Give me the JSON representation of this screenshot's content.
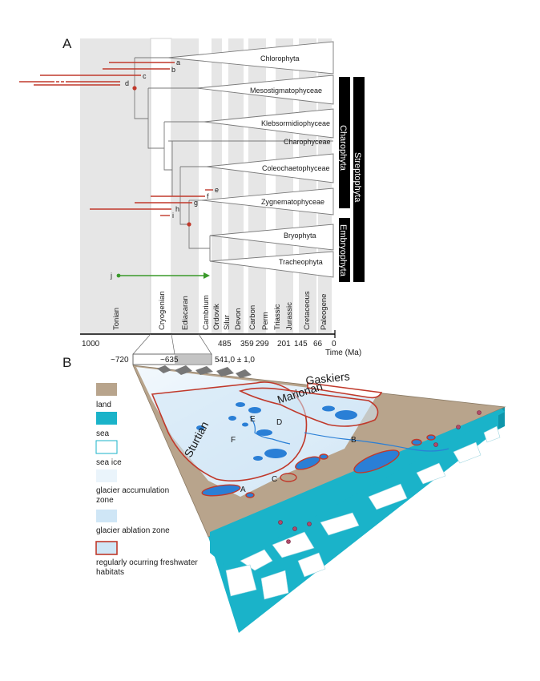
{
  "panel_a": {
    "label": "A",
    "clades": [
      "Chlorophyta",
      "Mesostigmatophyceae",
      "Klebsormidiophyceae",
      "Charophyceae",
      "Coleochaetophyceae",
      "Zygnematophyceae",
      "Bryophyta",
      "Tracheophyta"
    ],
    "groups": {
      "charophyta": "Charophyta",
      "streptophyta": "Streptophyta",
      "embryophyta": "Embryophyta"
    },
    "node_letters": [
      "a",
      "b",
      "c",
      "d",
      "e",
      "f",
      "g",
      "h",
      "i",
      "j"
    ],
    "periods": [
      "Tonian",
      "Cryogenian",
      "Ediacaran",
      "Cambrium",
      "Ordovik",
      "Silur",
      "Devon",
      "Carbon",
      "Perm",
      "Triassic",
      "Jurassic",
      "Cretaceous",
      "Paleogene"
    ],
    "axis": {
      "left_tick": "1000",
      "ticks": [
        "485",
        "359",
        "299",
        "201",
        "145",
        "66",
        "0"
      ],
      "title": "Time (Ma)",
      "cryo_start": "~720",
      "cryo_mid": "~635",
      "cambrian_start": "541,0 ± 1,0"
    },
    "colors": {
      "red_lines": "#c0392b",
      "green_arrow": "#3a9a2a",
      "grey_band": "#e6e6e6"
    }
  },
  "panel_b": {
    "label": "B",
    "glaciations": [
      "Sturtian",
      "Marionan",
      "Gaskiers"
    ],
    "site_letters": [
      "A",
      "B",
      "C",
      "D",
      "E",
      "F"
    ],
    "legend": [
      {
        "label": "land",
        "color": "#b8a48c"
      },
      {
        "label": "sea",
        "color": "#1ab3c9"
      },
      {
        "label": "sea ice",
        "color": "#ffffff"
      },
      {
        "label": "glacier accumulation zone",
        "color": "#eaf4fb"
      },
      {
        "label": "glacier ablation zone",
        "color": "#cfe6f6"
      },
      {
        "label": "regularly ocurring freshwater habitats",
        "color": "#cfe6f6"
      }
    ]
  }
}
